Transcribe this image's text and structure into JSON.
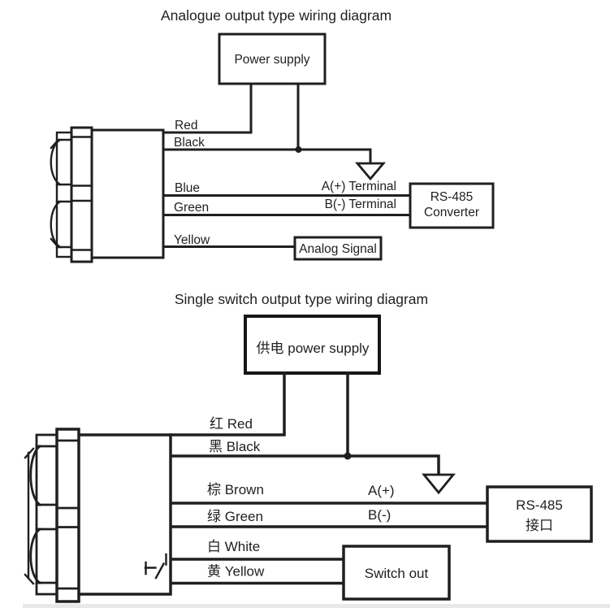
{
  "colors": {
    "ink": "#1f1f1f",
    "background": "#ffffff",
    "page_edge_shadow": "#e8e8e8"
  },
  "top": {
    "title": "Analogue output type wiring diagram",
    "power_supply_label": "Power supply",
    "labels": {
      "red": "Red",
      "black": "Black",
      "blue": "Blue",
      "green": "Green",
      "yellow": "Yellow",
      "terminal_a": "A(+) Terminal",
      "terminal_b": "B(-) Terminal"
    },
    "rs485_box": {
      "line1": "RS-485",
      "line2": "Converter"
    },
    "analog_signal_label": "Analog Signal"
  },
  "bottom": {
    "title": "Single switch output type wiring diagram",
    "power_supply_label": "供电 power supply",
    "labels": {
      "red": "红 Red",
      "black": "黑 Black",
      "brown": "棕 Brown",
      "green": "绿 Green",
      "white": "白 White",
      "yellow": "黄 Yellow",
      "terminal_a": "A(+)",
      "terminal_b": "B(-)"
    },
    "rs485_box": {
      "line1": "RS-485",
      "line2": "接口"
    },
    "switch_out_label": "Switch out"
  }
}
